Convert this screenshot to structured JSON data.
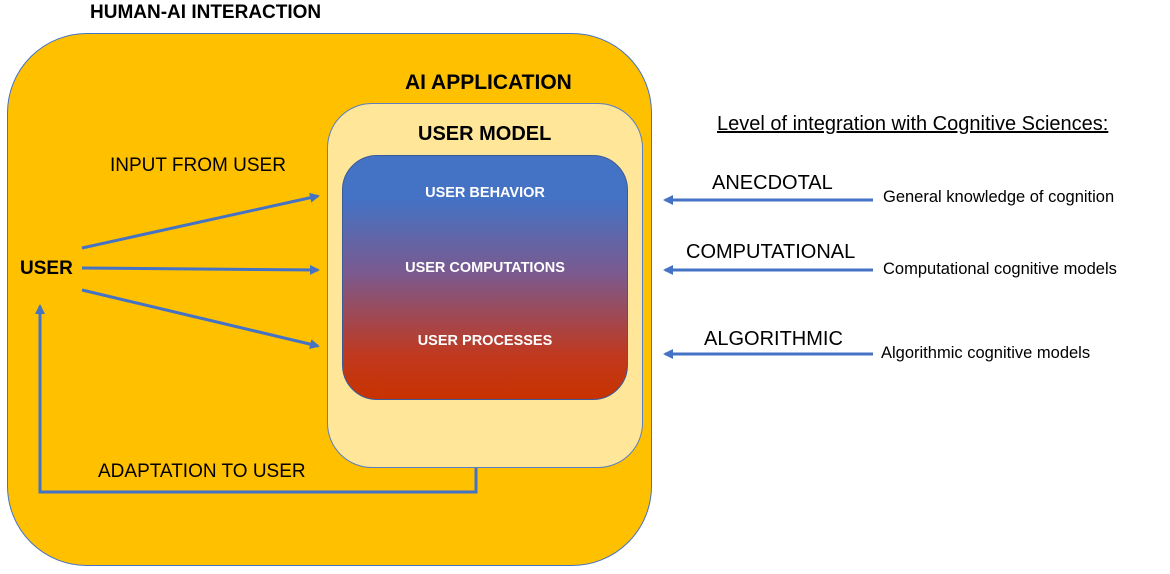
{
  "title": "HUMAN-AI INTERACTION",
  "ai_application": "AI APPLICATION",
  "user_model": {
    "label": "USER MODEL",
    "layers": [
      "USER BEHAVIOR",
      "USER COMPUTATIONS",
      "USER PROCESSES"
    ]
  },
  "user": "USER",
  "input_from_user": "INPUT FROM USER",
  "adaptation_to_user": "ADAPTATION TO USER",
  "integration": {
    "heading": "Level of integration with Cognitive Sciences:",
    "levels": [
      {
        "name": "ANECDOTAL",
        "description": "General knowledge of cognition"
      },
      {
        "name": "COMPUTATIONAL",
        "description": "Computational cognitive models"
      },
      {
        "name": "ALGORITHMIC",
        "description": "Algorithmic cognitive models"
      }
    ]
  },
  "colors": {
    "outer_fill": "#FFC000",
    "user_model_fill": "#FFE699",
    "gradient_top": "#4472C4",
    "gradient_bottom": "#C93200",
    "arrow": "#4472C4"
  }
}
